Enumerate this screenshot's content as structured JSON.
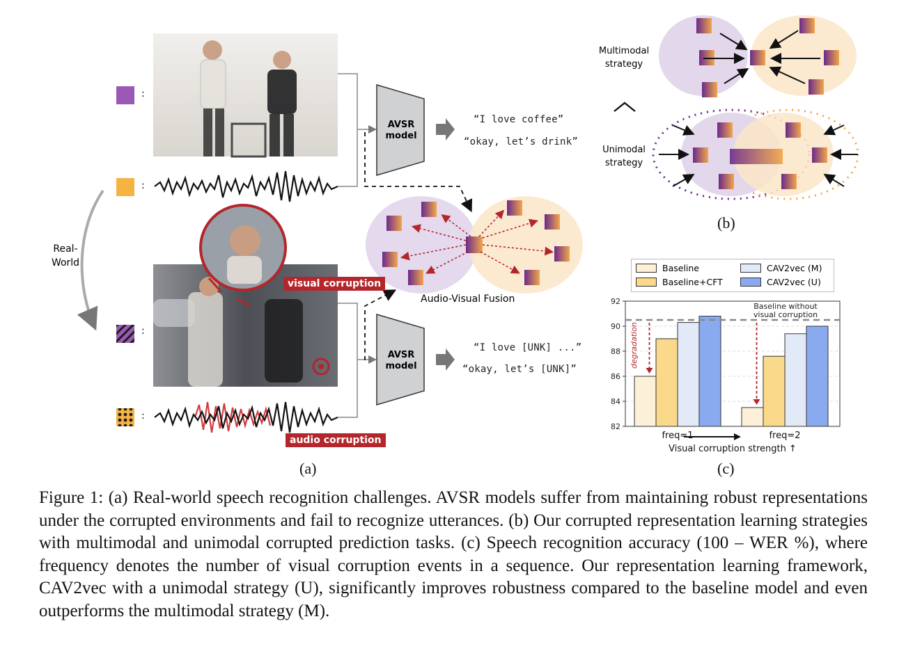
{
  "panel_a": {
    "label": "(a)",
    "real_world": [
      "Real-",
      "World"
    ],
    "colon": ":",
    "model_label_line1": "AVSR",
    "model_label_line2": "model",
    "clean_outputs": [
      "“I love coffee”",
      "“okay, let’s drink”"
    ],
    "corrupted_outputs": [
      "“I love [UNK] ...”",
      "“okay, let’s [UNK]”"
    ],
    "visual_corruption_tag": "visual corruption",
    "audio_corruption_tag": "audio corruption",
    "fusion_label": "Audio-Visual Fusion",
    "colors": {
      "visual": "#9b59b6",
      "audio": "#f5b342",
      "corruption_red": "#b3262b",
      "fusion_purple_bg": "#e3d7ec",
      "fusion_orange_bg": "#fbe6c8"
    }
  },
  "panel_b": {
    "label": "(b)",
    "multimodal_label": [
      "Multimodal",
      "strategy"
    ],
    "unimodal_label": [
      "Unimodal",
      "strategy"
    ],
    "comparison_symbol": "^"
  },
  "panel_c": {
    "label": "(c)",
    "legend": [
      "Baseline",
      "Baseline+CFT",
      "CAV2vec (M)",
      "CAV2vec (U)"
    ],
    "annotation_reference": [
      "Baseline without",
      "visual corruption"
    ],
    "annotation_degradation": "degradation",
    "x_axis_label": "Visual corruption strength ↑",
    "x_ticks": [
      "freq=1",
      "freq=2"
    ],
    "y_ticks": [
      "82",
      "84",
      "86",
      "88",
      "90",
      "92"
    ]
  },
  "chart_data": {
    "type": "bar",
    "categories": [
      "freq=1",
      "freq=2"
    ],
    "series": [
      {
        "name": "Baseline",
        "values": [
          86.0,
          83.5
        ],
        "color": "#fdf0d8"
      },
      {
        "name": "Baseline+CFT",
        "values": [
          89.0,
          87.6
        ],
        "color": "#fbd98a"
      },
      {
        "name": "CAV2vec (M)",
        "values": [
          90.3,
          89.4
        ],
        "color": "#e2eaf8"
      },
      {
        "name": "CAV2vec (U)",
        "values": [
          90.8,
          90.0
        ],
        "color": "#8aaaf0"
      }
    ],
    "reference_line": {
      "label": "Baseline without visual corruption",
      "value": 90.5
    },
    "xlabel": "Visual corruption strength ↑",
    "ylabel": "",
    "ylim": [
      82,
      92
    ],
    "grid": true
  },
  "caption": {
    "text": "Figure 1: (a) Real-world speech recognition challenges. AVSR models suffer from maintaining robust representations under the corrupted environments and fail to recognize utterances. (b) Our corrupted representation learning strategies with multimodal and unimodal corrupted prediction tasks. (c) Speech recognition accuracy (100 – WER %), where frequency denotes the number of visual corruption events in a sequence. Our representation learning framework, CAV2vec with a unimodal strategy (U), significantly improves robustness compared to the baseline model and even outperforms the multimodal strategy (M)."
  }
}
